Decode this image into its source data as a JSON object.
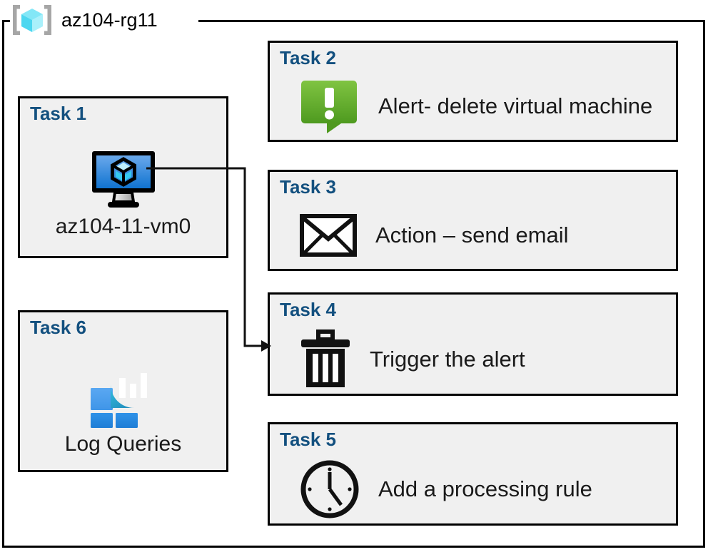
{
  "resource_group": {
    "name": "az104-rg11",
    "icon": "resource-group-cube-icon"
  },
  "tasks": [
    {
      "id": "task-1",
      "title": "Task 1",
      "caption": "az104-11-vm0",
      "icon": "virtual-machine-icon",
      "column": "left"
    },
    {
      "id": "task-2",
      "title": "Task 2",
      "caption": "Alert- delete virtual machine",
      "icon": "alert-exclamation-icon",
      "column": "right"
    },
    {
      "id": "task-3",
      "title": "Task 3",
      "caption": "Action – send email",
      "icon": "envelope-icon",
      "column": "right"
    },
    {
      "id": "task-4",
      "title": "Task 4",
      "caption": "Trigger the alert",
      "icon": "trash-can-icon",
      "column": "right"
    },
    {
      "id": "task-5",
      "title": "Task 5",
      "caption": "Add a processing rule",
      "icon": "clock-icon",
      "column": "right"
    },
    {
      "id": "task-6",
      "title": "Task 6",
      "caption": "Log Queries",
      "icon": "log-analytics-icon",
      "column": "left"
    }
  ],
  "connector": {
    "from": "task-1",
    "to": "task-4",
    "arrow": "arrowhead-right"
  },
  "colors": {
    "task_title": "#13507f",
    "box_fill": "#f0f0f0",
    "box_border": "#000000",
    "alert_green_light": "#7cc143",
    "alert_green_dark": "#4f9a20",
    "vm_blue_light": "#5ea3ea",
    "vm_blue_dark": "#1478d4",
    "log_cyan": "#33d2ec",
    "log_teal": "#1b85b8",
    "log_tile_blue": "#2b8ce5",
    "rg_cube_cyan": "#7de4f5",
    "rg_bracket_gray": "#a6a6a6"
  }
}
